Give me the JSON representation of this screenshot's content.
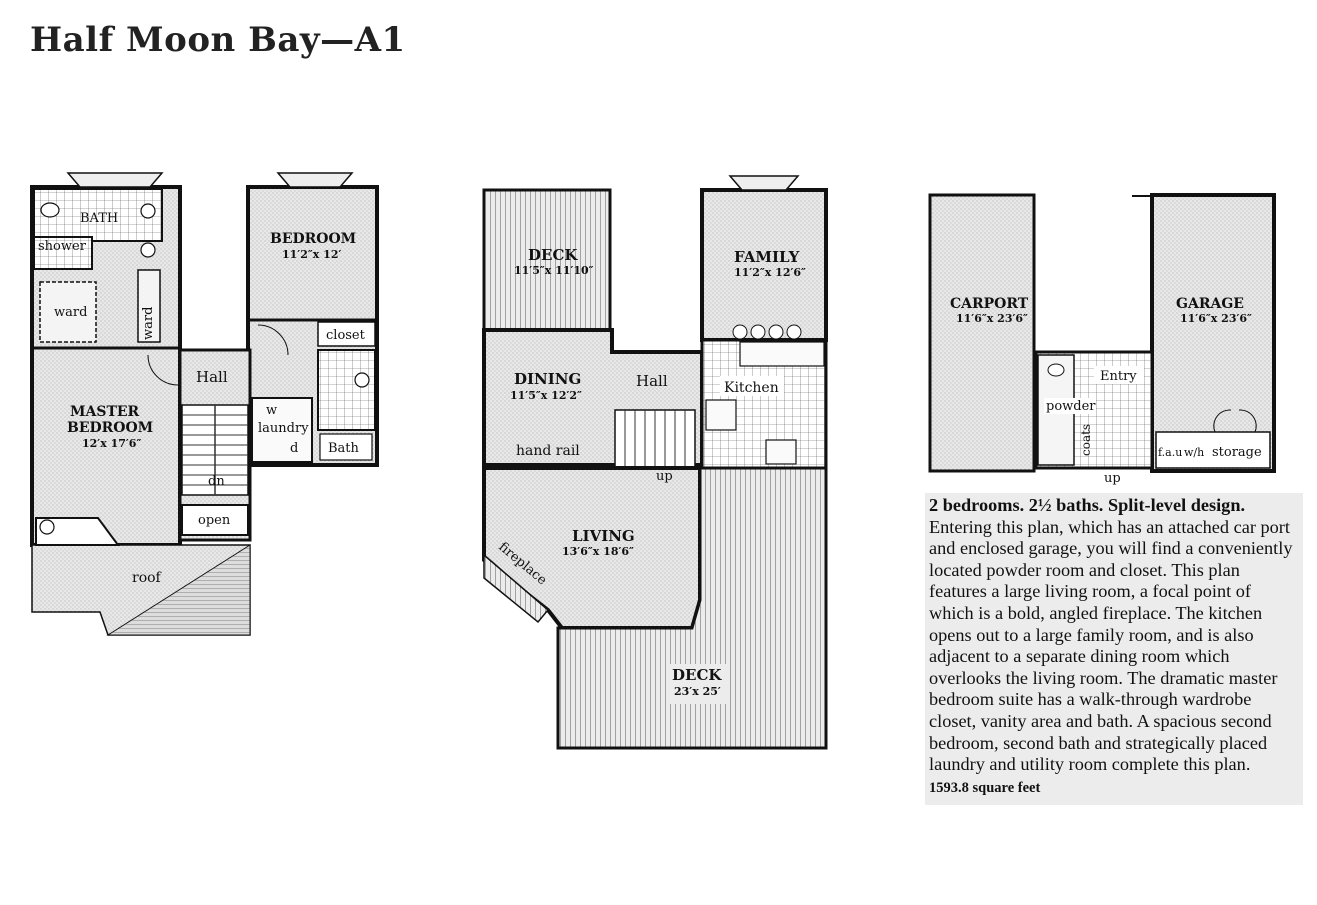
{
  "title": "Half Moon Bay—A1",
  "upper_floor": {
    "bath": "BATH",
    "shower": "shower",
    "ward_left": "ward",
    "ward_right": "ward",
    "bedroom_name": "BEDROOM",
    "bedroom_size": "11′2″x 12′",
    "closet": "closet",
    "hall": "Hall",
    "master_name_1": "MASTER",
    "master_name_2": "BEDROOM",
    "master_size": "12′x 17′6″",
    "w": "w",
    "laundry": "laundry",
    "d": "d",
    "bath2": "Bath",
    "dn": "dn",
    "open": "open",
    "roof": "roof"
  },
  "main_floor": {
    "deck_top_name": "DECK",
    "deck_top_size": "11′5″x 11′10″",
    "family_name": "FAMILY",
    "family_size": "11′2″x 12′6″",
    "dining_name": "DINING",
    "dining_size": "11′5″x 12′2″",
    "hall": "Hall",
    "kitchen": "Kitchen",
    "hand_rail": "hand rail",
    "up": "up",
    "living_name": "LIVING",
    "living_size": "13′6″x 18′6″",
    "fireplace": "fireplace",
    "deck_bottom_name": "DECK",
    "deck_bottom_size": "23′x 25′"
  },
  "lower_floor": {
    "carport_name": "CARPORT",
    "carport_size": "11′6″x 23′6″",
    "garage_name": "GARAGE",
    "garage_size": "11′6″x 23′6″",
    "entry": "Entry",
    "powder": "powder",
    "coats": "coats",
    "up": "up",
    "fau": "f.a.u",
    "wh": "w/h",
    "storage": "storage"
  },
  "description": {
    "lead": "2 bedrooms. 2½ baths. Split-level design.",
    "body": "Entering this plan, which has an attached car port and enclosed garage, you will find a conveniently located powder room and closet. This plan features a large living room, a focal point of which is a bold, angled fireplace. The kitchen opens out to a large family room, and is also adjacent to a separate dining room which overlooks the living room. The dramatic master bedroom suite has a walk-through wardrobe closet, vanity area and bath. A spacious second bedroom, second bath and strategically placed laundry and utility room complete this plan.",
    "sqft": "1593.8 square feet"
  }
}
